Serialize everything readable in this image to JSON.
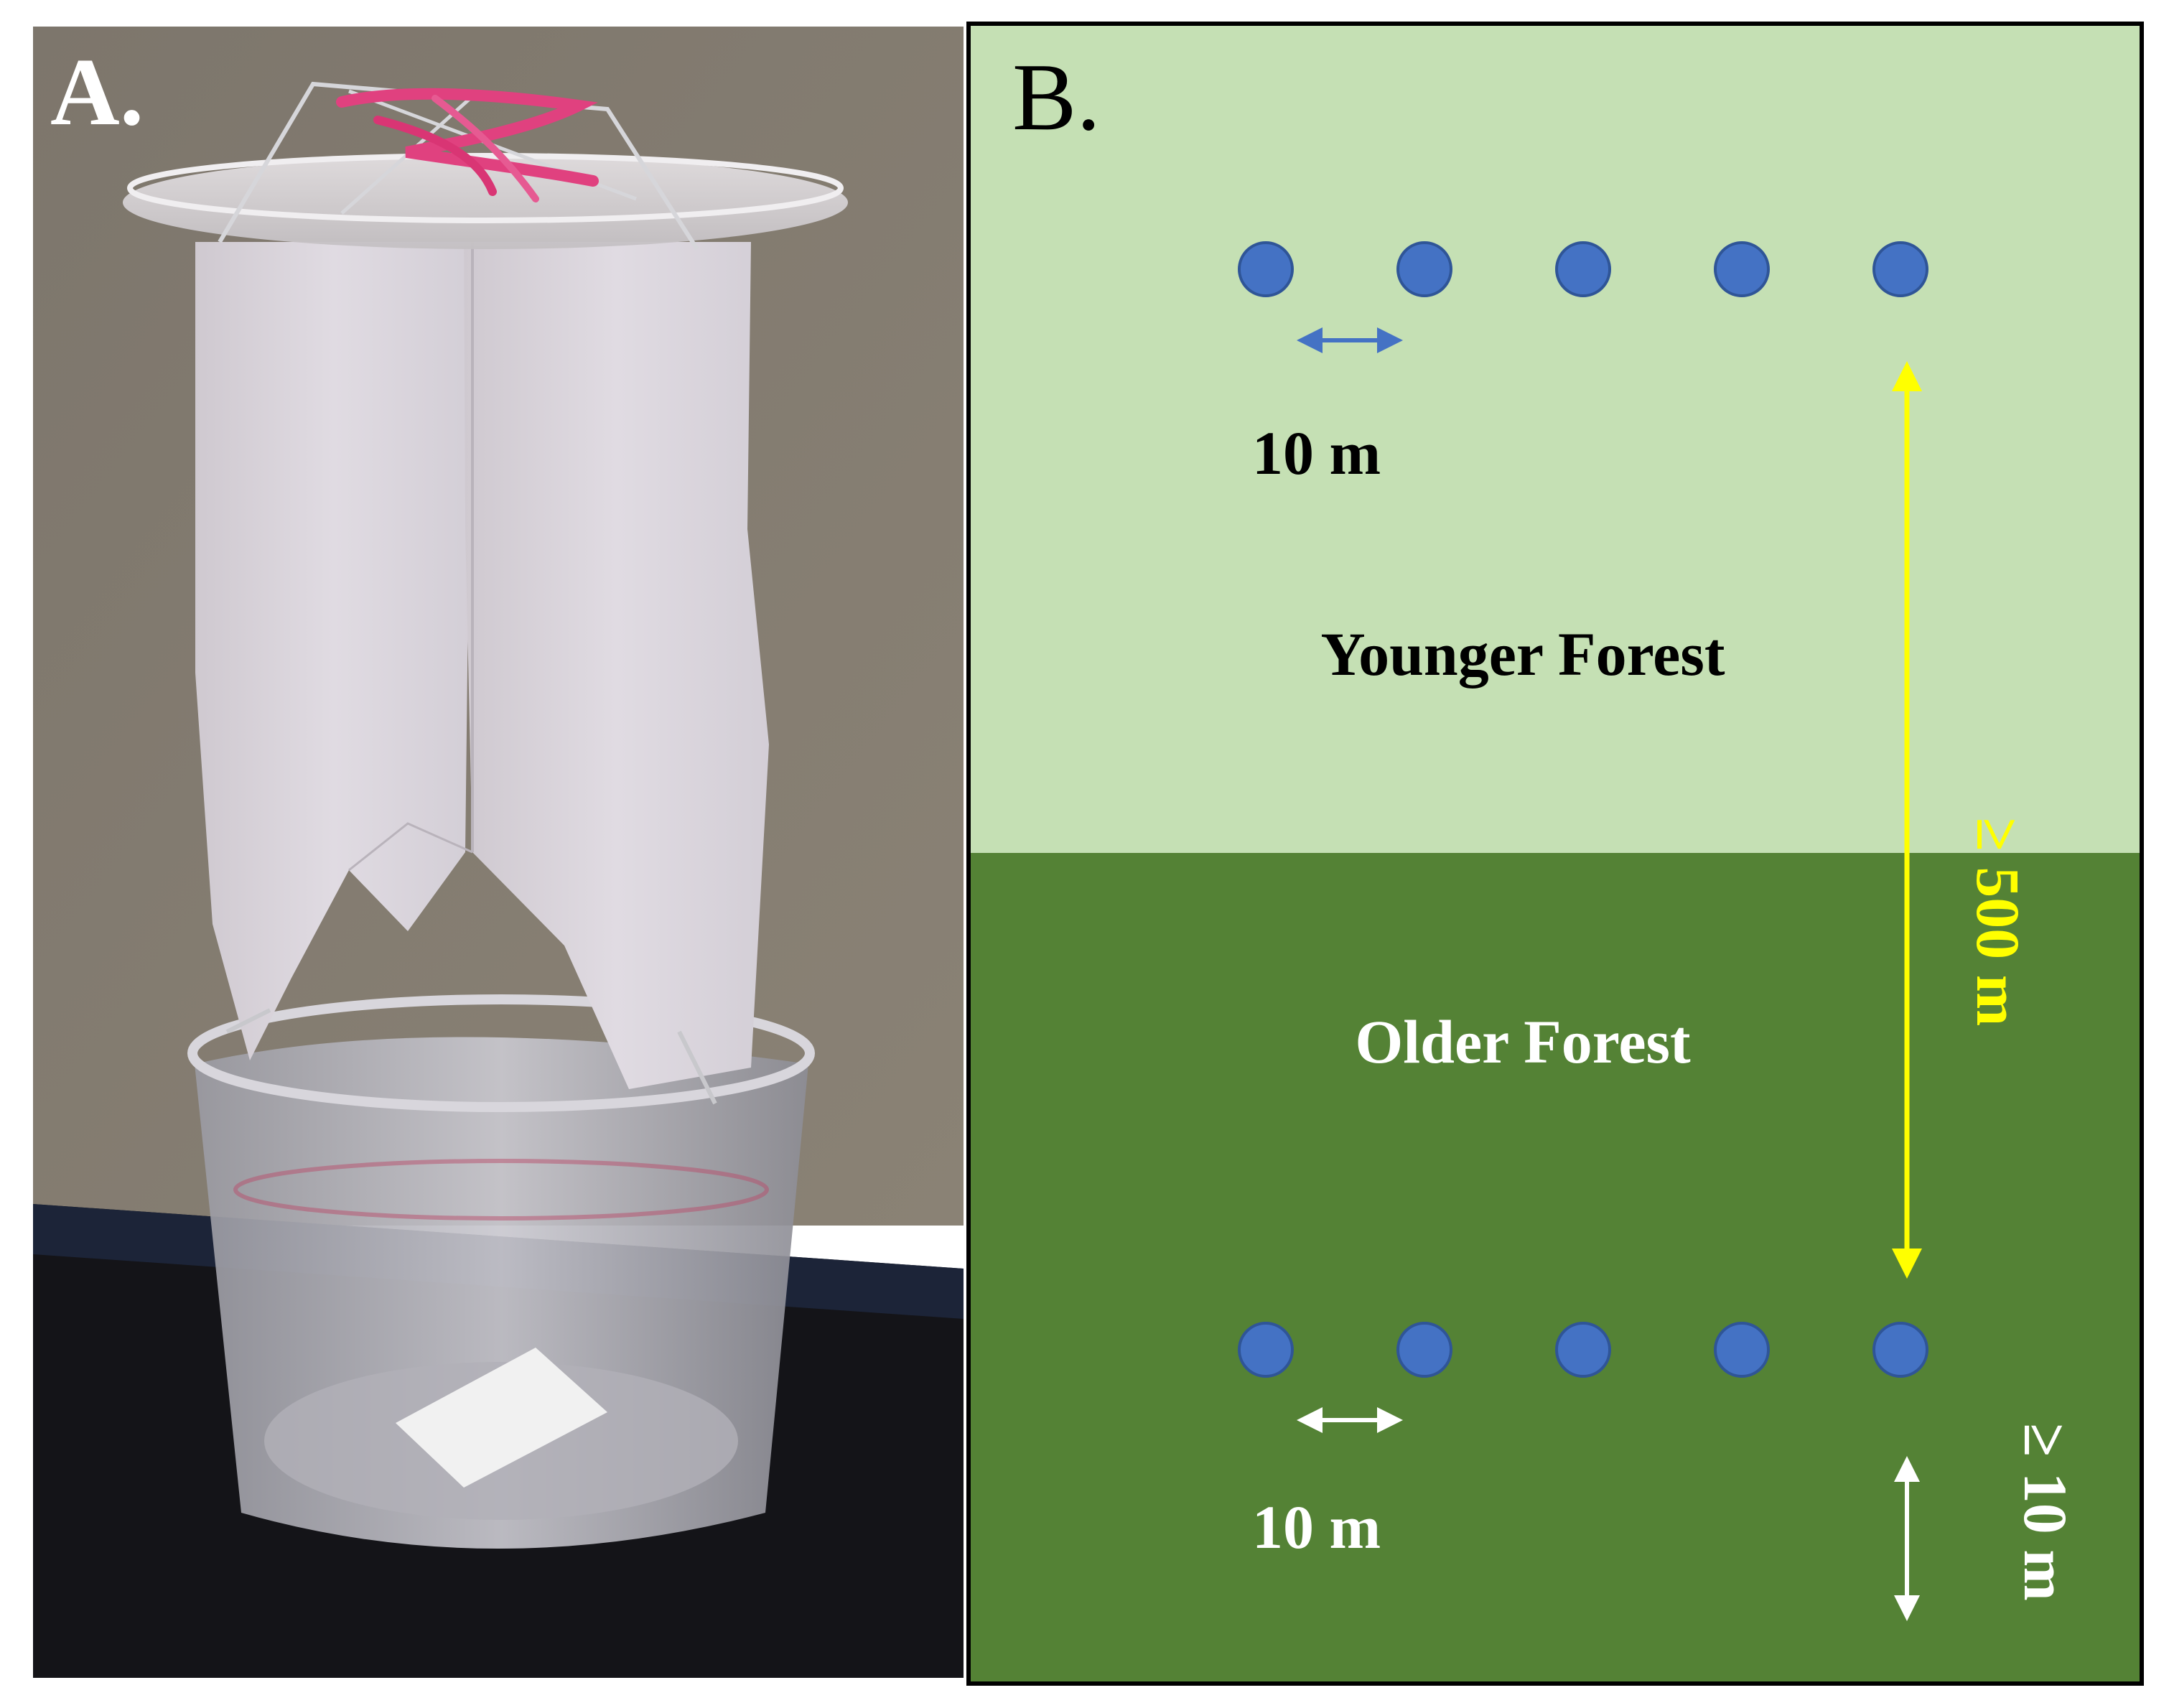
{
  "panel_a": {
    "label": "A.",
    "photo": "flight-intercept-trap-photo"
  },
  "panel_b": {
    "label": "B.",
    "younger_forest": {
      "label": "Younger Forest",
      "spacing_label": "10 m",
      "trap_count": 5
    },
    "older_forest": {
      "label": "Older Forest",
      "spacing_label": "10 m",
      "trap_count": 5
    },
    "between_transects_label": "≥ 500 m",
    "edge_distance_label": "≥ 10 m"
  },
  "colors": {
    "younger_forest": "#c5e0b4",
    "older_forest": "#548235",
    "trap_dot": "#4472c4",
    "trap_dot_outline": "#2f5597",
    "distance_arrow": "#ffff00",
    "spacing_arrow_younger": "#4472c4",
    "spacing_arrow_older": "#ffffff"
  }
}
